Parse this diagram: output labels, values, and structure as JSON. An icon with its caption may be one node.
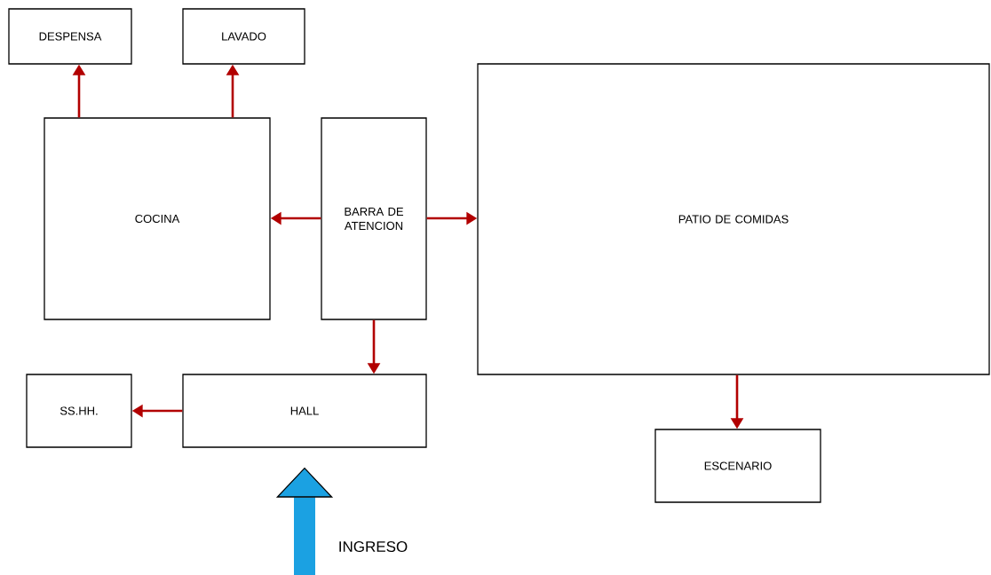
{
  "diagram": {
    "nodes": [
      {
        "text": [
          "DESPENSA"
        ]
      },
      {
        "text": [
          "LAVADO"
        ]
      },
      {
        "text": [
          "COCINA"
        ]
      },
      {
        "text": [
          "BARRA DE ATENCION"
        ]
      },
      {
        "text": [
          "PATIO DE COMIDAS"
        ]
      },
      {
        "text": [
          "SS.HH."
        ]
      },
      {
        "text": [
          "HALL"
        ]
      },
      {
        "text": [
          "ESCENARIO"
        ]
      }
    ],
    "edges": [
      {
        "from": 2,
        "to": 0,
        "arrow": "to"
      },
      {
        "from": 2,
        "to": 1,
        "arrow": "to"
      },
      {
        "from": 3,
        "to": 2,
        "arrow": "to"
      },
      {
        "from": 3,
        "to": 4,
        "arrow": "to"
      },
      {
        "from": 3,
        "to": 6,
        "arrow": "to"
      },
      {
        "from": 6,
        "to": 5,
        "arrow": "to"
      },
      {
        "from": 4,
        "to": 7,
        "arrow": "to"
      },
      {
        "from": null,
        "to": 6,
        "arrow": "to",
        "label": "INGRESO",
        "style": "thick",
        "color": "#1ba1e2"
      }
    ]
  }
}
